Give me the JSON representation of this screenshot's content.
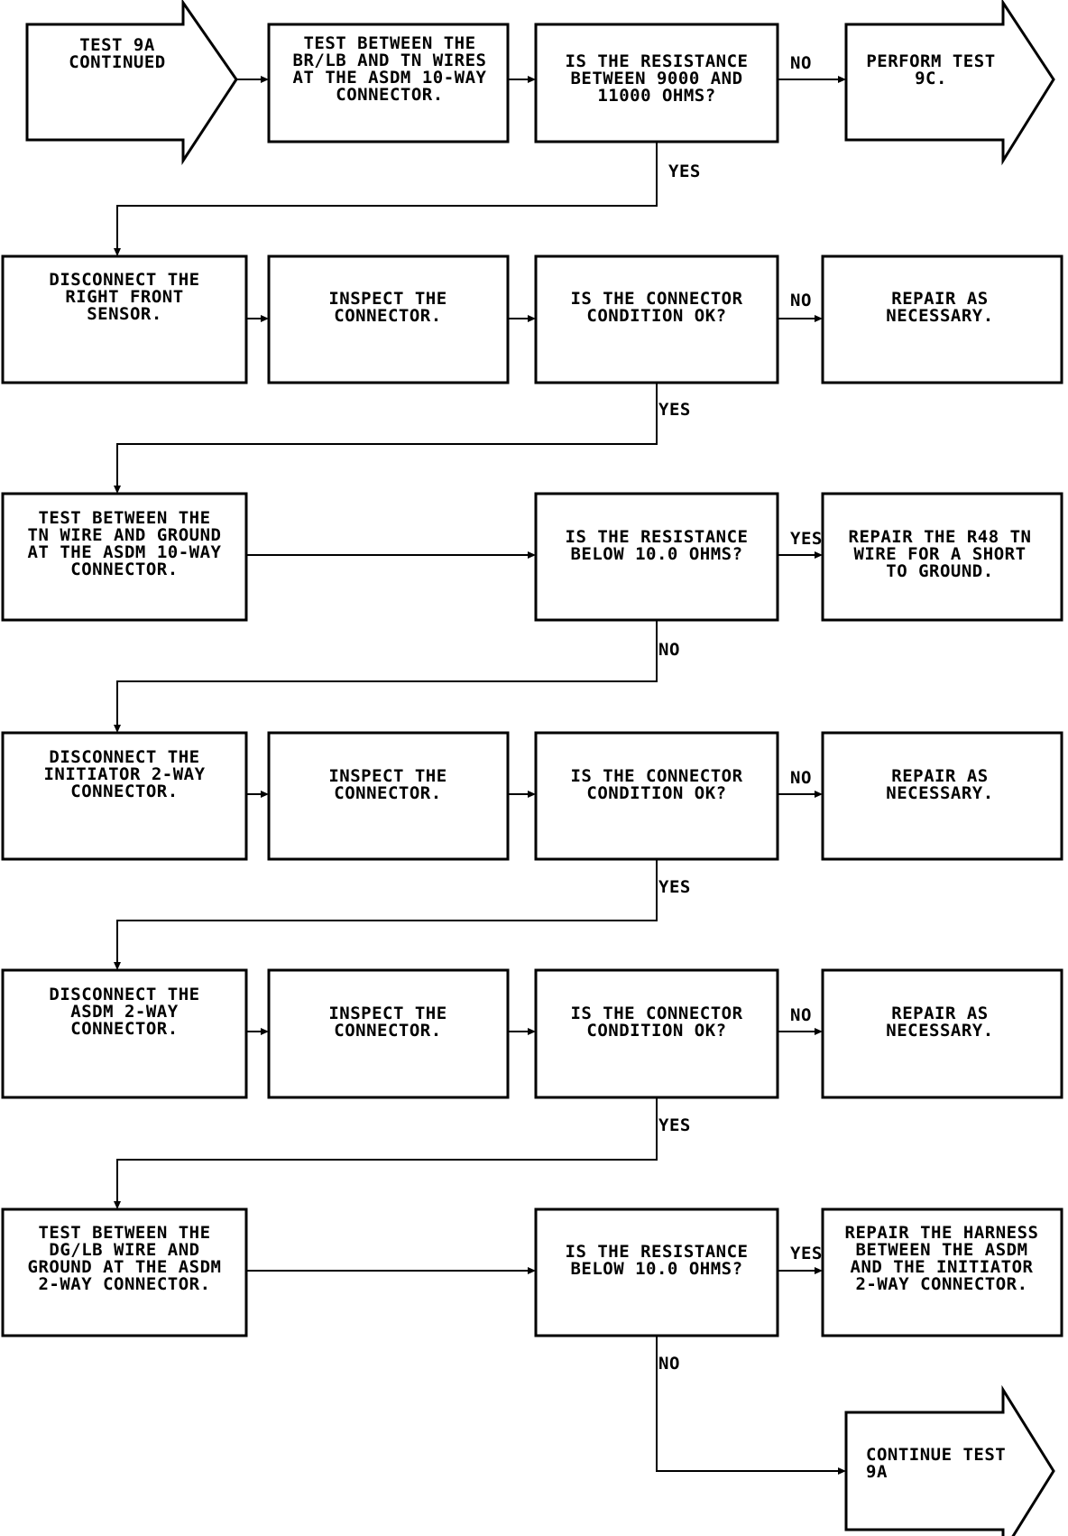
{
  "start": {
    "lines": [
      "TEST 9A",
      "CONTINUED"
    ]
  },
  "r1": {
    "step": {
      "lines": [
        "TEST BETWEEN THE",
        "BR/LB AND TN WIRES",
        "AT THE ASDM 10-WAY",
        "CONNECTOR."
      ]
    },
    "decision": {
      "lines": [
        "IS THE RESISTANCE",
        "BETWEEN 9000 AND",
        "11000 OHMS?"
      ]
    },
    "no_label": "NO",
    "no_action": {
      "lines": [
        "PERFORM TEST",
        "9C."
      ]
    },
    "yes_label": "YES"
  },
  "r2": {
    "step1": {
      "lines": [
        "DISCONNECT THE",
        "RIGHT FRONT",
        "SENSOR."
      ]
    },
    "step2": {
      "lines": [
        "INSPECT THE",
        "CONNECTOR."
      ]
    },
    "decision": {
      "lines": [
        "IS THE CONNECTOR",
        "CONDITION OK?"
      ]
    },
    "no_label": "NO",
    "no_action": {
      "lines": [
        "REPAIR AS",
        "NECESSARY."
      ]
    },
    "yes_label": "YES"
  },
  "r3": {
    "step": {
      "lines": [
        "TEST BETWEEN THE",
        "TN WIRE AND GROUND",
        "AT THE ASDM 10-WAY",
        "CONNECTOR."
      ]
    },
    "decision": {
      "lines": [
        "IS THE RESISTANCE",
        "BELOW 10.0 OHMS?"
      ]
    },
    "yes_label": "YES",
    "yes_action": {
      "lines": [
        "REPAIR THE R48 TN",
        "WIRE FOR A SHORT",
        "TO GROUND."
      ]
    },
    "no_label": "NO"
  },
  "r4": {
    "step1": {
      "lines": [
        "DISCONNECT THE",
        "INITIATOR 2-WAY",
        "CONNECTOR."
      ]
    },
    "step2": {
      "lines": [
        "INSPECT THE",
        "CONNECTOR."
      ]
    },
    "decision": {
      "lines": [
        "IS THE CONNECTOR",
        "CONDITION OK?"
      ]
    },
    "no_label": "NO",
    "no_action": {
      "lines": [
        "REPAIR AS",
        "NECESSARY."
      ]
    },
    "yes_label": "YES"
  },
  "r5": {
    "step1": {
      "lines": [
        "DISCONNECT THE",
        "ASDM 2-WAY",
        "CONNECTOR."
      ]
    },
    "step2": {
      "lines": [
        "INSPECT THE",
        "CONNECTOR."
      ]
    },
    "decision": {
      "lines": [
        "IS THE CONNECTOR",
        "CONDITION OK?"
      ]
    },
    "no_label": "NO",
    "no_action": {
      "lines": [
        "REPAIR AS",
        "NECESSARY."
      ]
    },
    "yes_label": "YES"
  },
  "r6": {
    "step": {
      "lines": [
        "TEST BETWEEN THE",
        "DG/LB WIRE AND",
        "GROUND AT THE ASDM",
        "2-WAY CONNECTOR."
      ]
    },
    "decision": {
      "lines": [
        "IS THE RESISTANCE",
        "BELOW 10.0 OHMS?"
      ]
    },
    "yes_label": "YES",
    "yes_action": {
      "lines": [
        "REPAIR THE HARNESS",
        "BETWEEN THE ASDM",
        "AND THE INITIATOR",
        "2-WAY CONNECTOR."
      ]
    },
    "no_label": "NO"
  },
  "end": {
    "lines": [
      "CONTINUE TEST",
      "9A"
    ]
  }
}
